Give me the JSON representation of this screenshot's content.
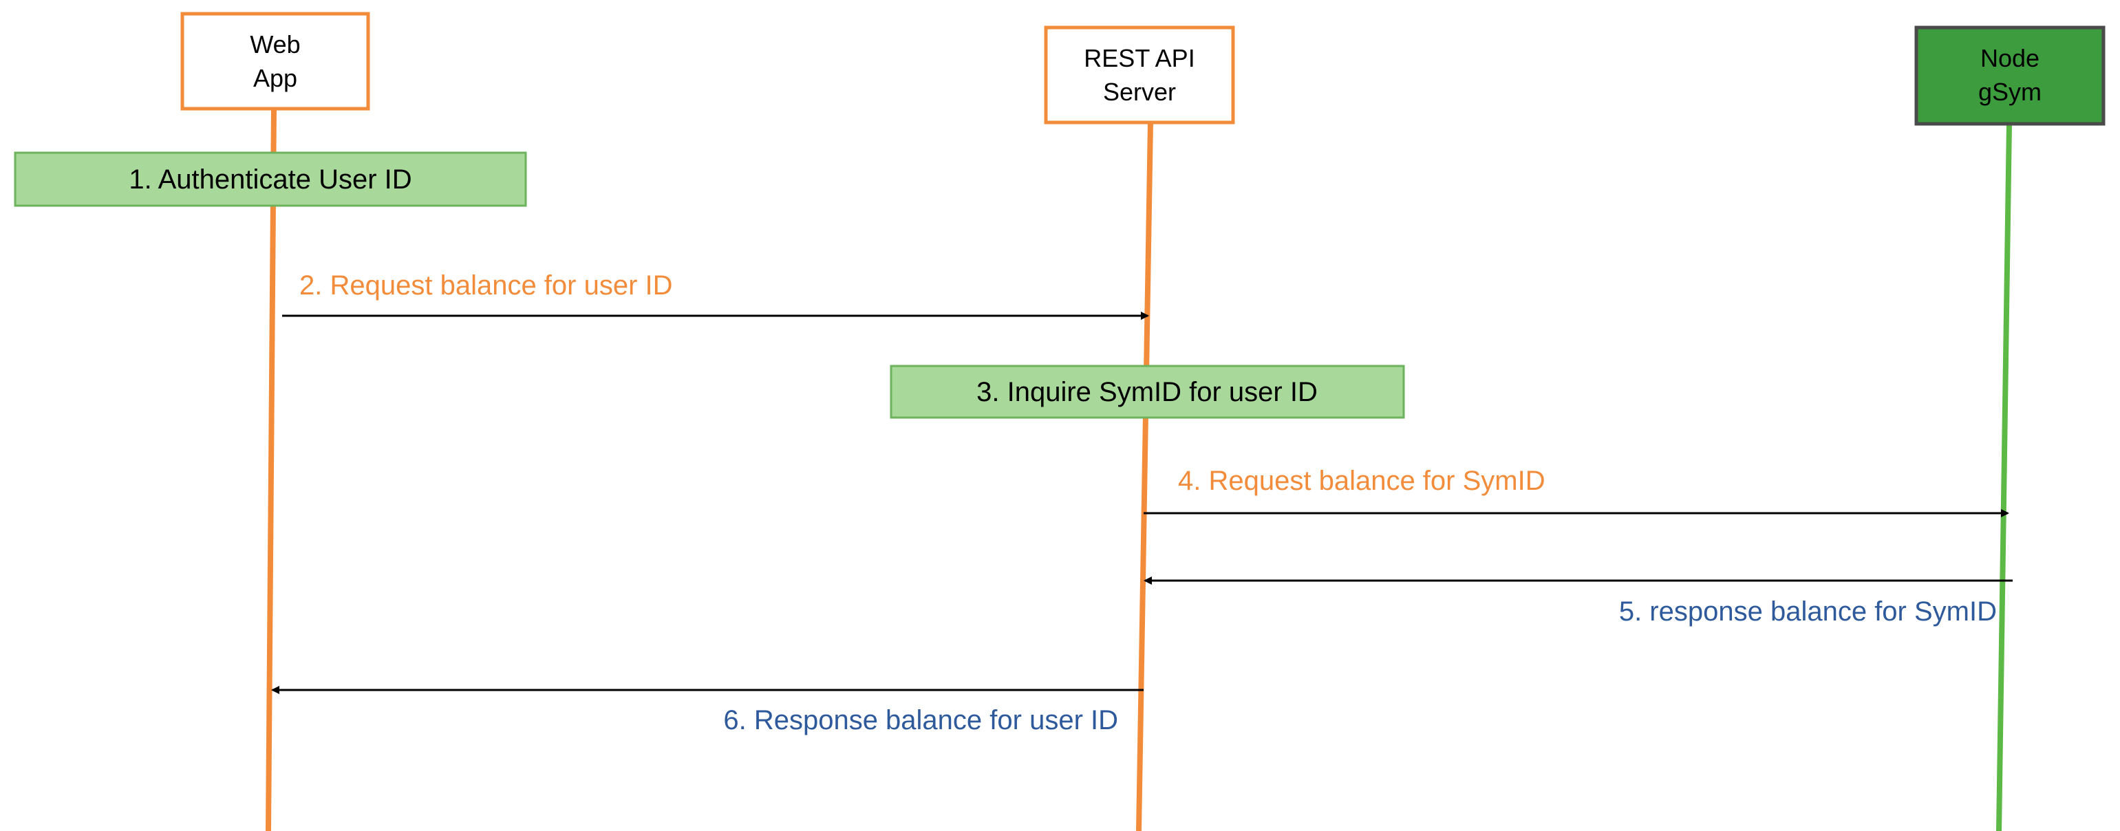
{
  "participants": {
    "web_app": {
      "line1": "Web",
      "line2": "App"
    },
    "rest_api": {
      "line1": "REST API",
      "line2": "Server"
    },
    "node_gsym": {
      "line1": "Node",
      "line2": "gSym"
    }
  },
  "steps": {
    "s1": "1. Authenticate User ID",
    "s2": "2. Request balance for user ID",
    "s3": "3. Inquire SymID for user ID",
    "s4": "4. Request balance for SymID",
    "s5": "5. response balance for SymID",
    "s6": "6. Response balance for user ID"
  },
  "colors": {
    "orange": "#F28C3A",
    "green_lifeline": "#5CB946",
    "green_box_fill": "#A8D89A",
    "green_box_border": "#6DB25C",
    "node_fill": "#3D9C3D",
    "node_border": "#4A4A4A",
    "blue_text": "#2E5A9C",
    "black": "#000000"
  }
}
